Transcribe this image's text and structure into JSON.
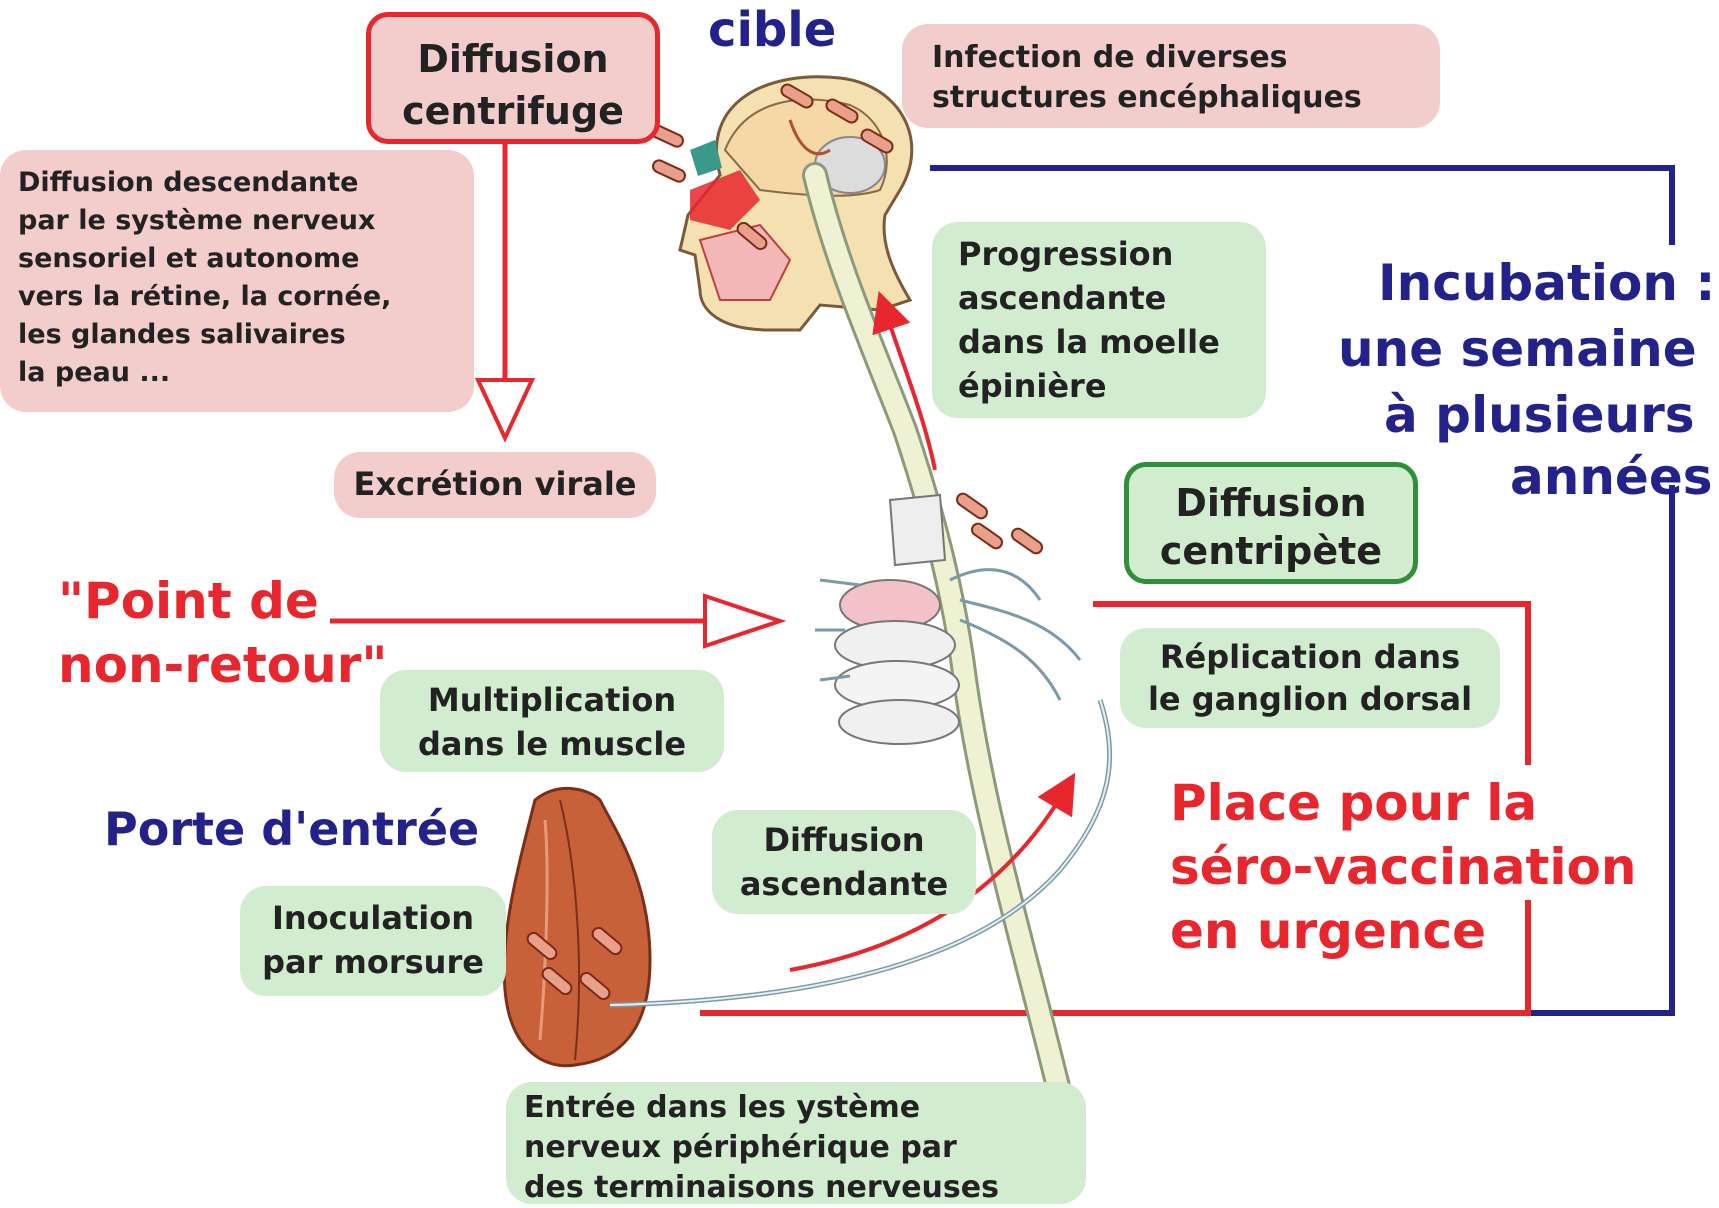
{
  "labels": {
    "cible": "cible",
    "diffusion_centrifuge": [
      "Diffusion",
      "centrifuge"
    ],
    "infection": [
      "Infection de diverses",
      "structures encéphaliques"
    ],
    "diffusion_descendante": [
      "Diffusion descendante",
      "par le système nerveux",
      "sensoriel et autonome",
      "vers la rétine, la cornée,",
      "les glandes salivaires",
      "la peau ..."
    ],
    "excretion": "Excrétion virale",
    "progression": [
      "Progression",
      "ascendante",
      "dans la moelle",
      "épinière"
    ],
    "incubation": [
      "Incubation :",
      "une semaine",
      "à plusieurs",
      "années"
    ],
    "diffusion_centripete": [
      "Diffusion",
      "centripète"
    ],
    "point_non_retour": [
      "\"Point de",
      "non-retour\""
    ],
    "replication": [
      "Réplication dans",
      "le ganglion dorsal"
    ],
    "multiplication": [
      "Multiplication",
      "dans le muscle"
    ],
    "porte_entree": "Porte d'entrée",
    "diffusion_ascendante": [
      "Diffusion",
      "ascendante"
    ],
    "place_sero": [
      "Place pour la",
      "séro-vaccination",
      "en urgence"
    ],
    "inoculation": [
      "Inoculation",
      "par morsure"
    ],
    "entree_snp": [
      "Entrée dans les ystème",
      "nerveux périphérique par",
      "des terminaisons nerveuses"
    ]
  },
  "colors": {
    "red": "#e8262e",
    "navy": "#22228a",
    "pink_box": "#f3cccc",
    "green_box": "#d2ecd0",
    "green_border": "#2f8f3a",
    "cord": "#eef2d2",
    "muscle": "#c8603a"
  },
  "icons": [
    "head-illustration-icon",
    "spinal-cord-icon",
    "vertebra-ganglion-icon",
    "muscle-icon",
    "virus-particle-icon"
  ]
}
